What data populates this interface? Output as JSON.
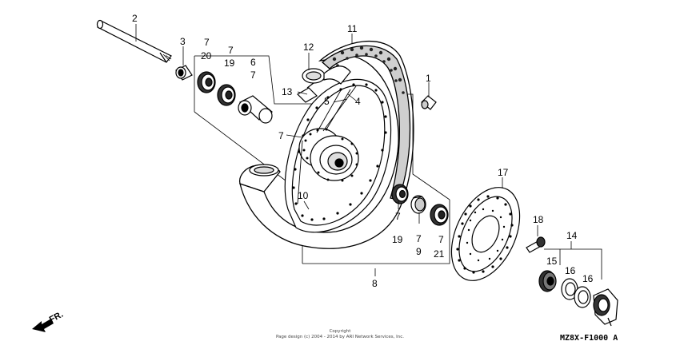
{
  "diagram": {
    "part_code": "MZ8X-F1000 A",
    "direction_label": "FR.",
    "callouts": {
      "c1": "1",
      "c2": "2",
      "c3": "3",
      "c4": "4",
      "c5": "5",
      "c6": "6",
      "c6b": "7",
      "c7a": "7",
      "c20": "20",
      "c7b": "7",
      "c19a": "19",
      "c7c": "7",
      "c8": "8",
      "c10": "10",
      "c11": "11",
      "c12": "12",
      "c13": "13",
      "c7d": "7",
      "c19b": "19",
      "c7e": "7",
      "c9": "9",
      "c7f": "7",
      "c21": "21",
      "c14": "14",
      "c15": "15",
      "c16a": "16",
      "c16b": "16",
      "c17": "17",
      "c18": "18"
    }
  },
  "footer": {
    "copyright_line1": "Copyright",
    "copyright_line2": "Page design (c) 2004 - 2014 by ARI Network Services, Inc."
  }
}
